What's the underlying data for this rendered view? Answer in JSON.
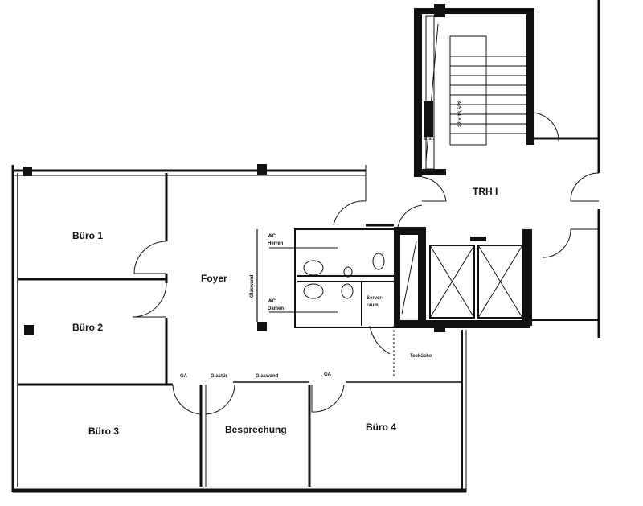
{
  "rooms": {
    "buero1": "Büro 1",
    "buero2": "Büro 2",
    "buero3": "Büro 3",
    "buero4": "Büro 4",
    "foyer": "Foyer",
    "besprechung": "Besprechung",
    "trh": "TRH I"
  },
  "labels": {
    "wc_herren_1": "WC",
    "wc_herren_2": "Herren",
    "wc_damen_1": "WC",
    "wc_damen_2": "Damen",
    "glaswand_vertical": "Glaswand",
    "server_1": "Server-",
    "server_2": "raum",
    "teekueche": "Teeküche",
    "ga_left": "GA",
    "glastuer": "Glastür",
    "glaswand_bottom": "Glaswand",
    "ga_right": "GA",
    "el_inst_1": "El.",
    "el_inst_2": "Inst.",
    "stair_dim": "22 x 16,5/28"
  }
}
